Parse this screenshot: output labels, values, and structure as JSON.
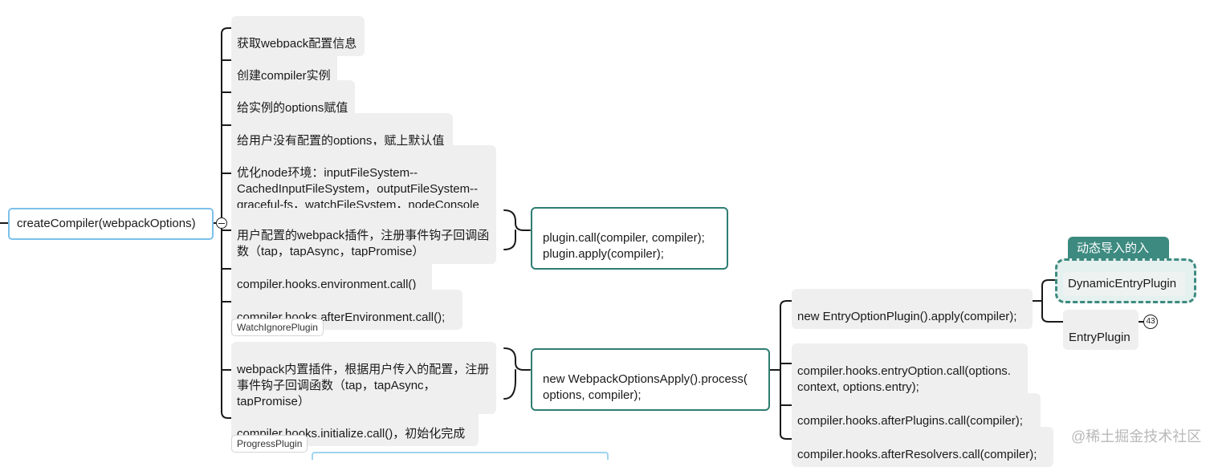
{
  "root": {
    "label": "createCompiler(webpackOptions)"
  },
  "steps": [
    {
      "label": "获取webpack配置信息"
    },
    {
      "label": "创建compiler实例"
    },
    {
      "label": "给实例的options赋值"
    },
    {
      "label": "给用户没有配置的options，赋上默认值"
    },
    {
      "label": "优化node环境：inputFileSystem--\nCachedInputFileSystem，outputFileSystem--\ngraceful-fs，watchFileSystem，nodeConsole"
    },
    {
      "label": "用户配置的webpack插件，注册事件钩子回调函\n数（tap，tapAsync，tapPromise）"
    },
    {
      "label": "compiler.hooks.environment.call()"
    },
    {
      "label": "compiler.hooks.afterEnvironment.call();"
    },
    {
      "label": "webpack内置插件，根据用户传入的配置，注册\n事件钩子回调函数（tap，tapAsync，\ntapPromise）"
    },
    {
      "label": "compiler.hooks.initialize.call()，初始化完成"
    }
  ],
  "tags": {
    "watch_ignore": "WatchIgnorePlugin",
    "progress": "ProgressPlugin"
  },
  "plugin_summary": {
    "label": "plugin.call(compiler, compiler);\nplugin.apply(compiler);"
  },
  "apply_summary": {
    "label": "new WebpackOptionsApply().process(\noptions, compiler);"
  },
  "apply_children": [
    {
      "label": "new EntryOptionPlugin().apply(compiler);"
    },
    {
      "label": "compiler.hooks.entryOption.call(options.\ncontext, options.entry);"
    },
    {
      "label": "compiler.hooks.afterPlugins.call(compiler);"
    },
    {
      "label": "compiler.hooks.afterResolvers.call(compiler);"
    }
  ],
  "entry_children": {
    "callout_label": "动态导入的入口",
    "dynamic": "DynamicEntryPlugin",
    "entry": "EntryPlugin",
    "entry_count": "43"
  },
  "watermark": "@稀土掘金技术社区",
  "colors": {
    "line": "#1a1a1a",
    "root_border": "#7cc0ea",
    "summary_border": "#2f7d73",
    "callout": "#3d8a80",
    "node_bg": "#efefef"
  }
}
